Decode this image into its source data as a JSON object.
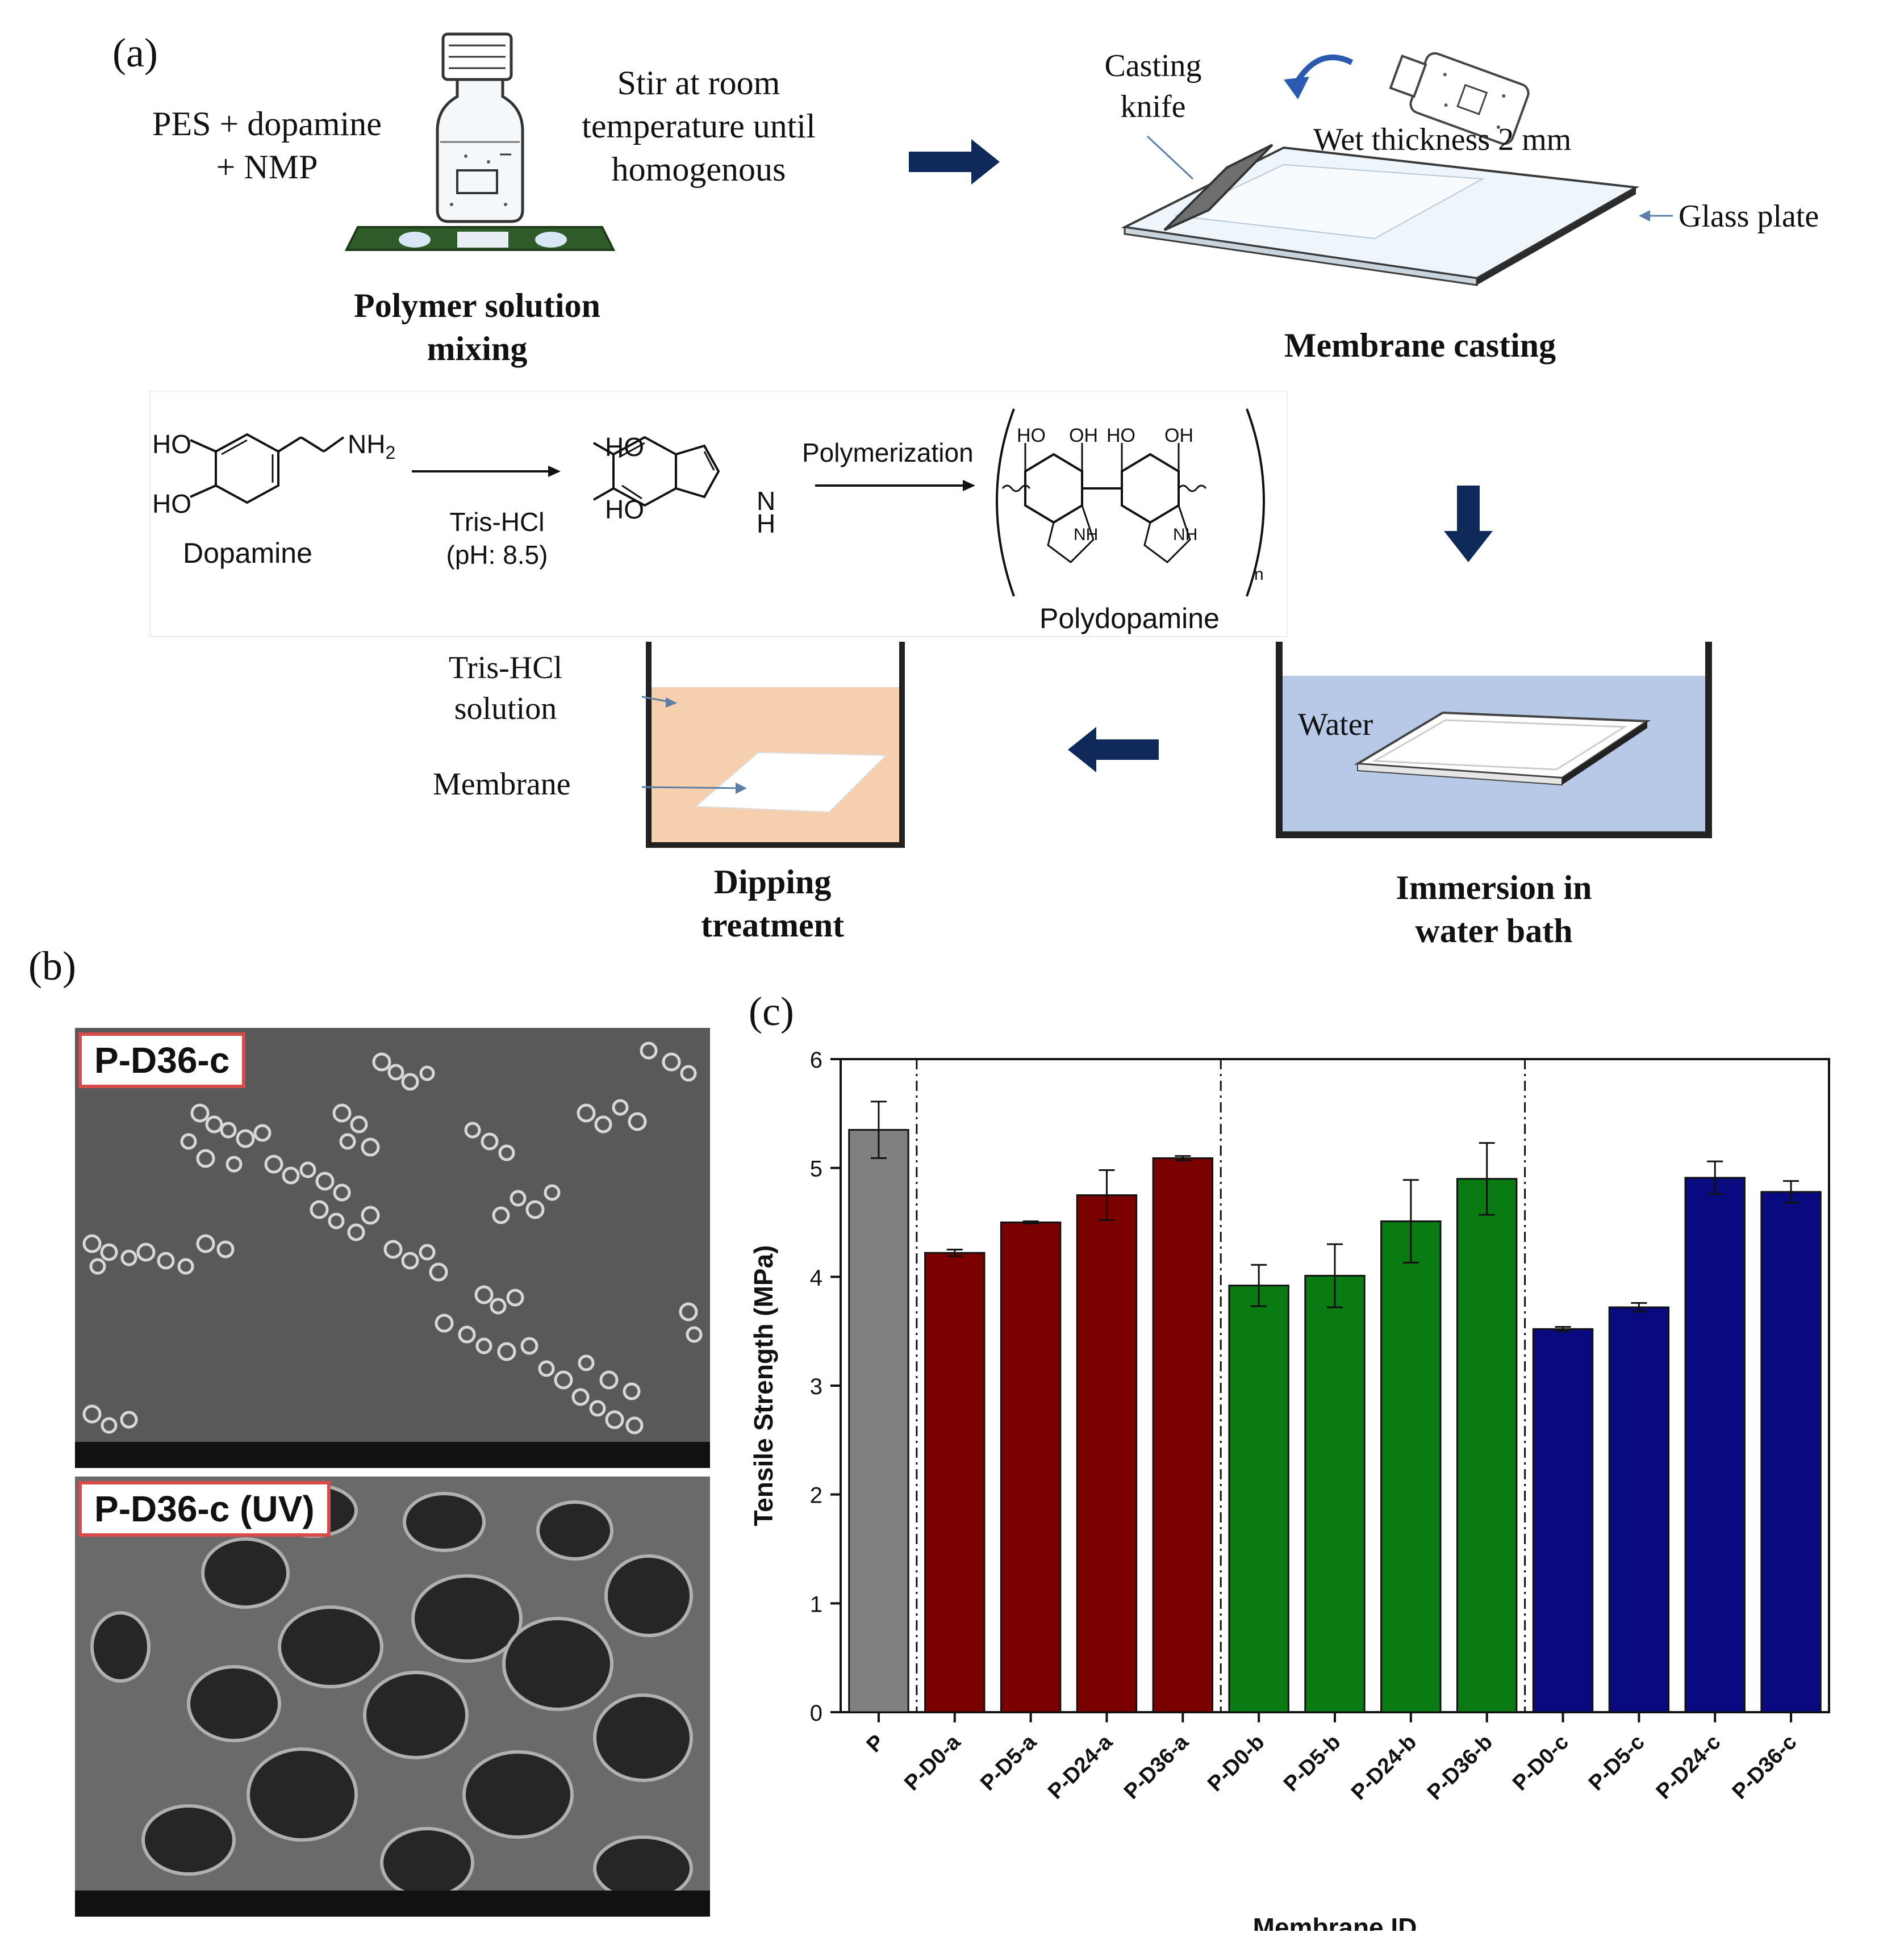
{
  "panel_a": {
    "label": "(a)",
    "step1": {
      "ingredients_line1": "PES + dopamine",
      "ingredients_line2": "+ NMP",
      "stir_line1": "Stir at room",
      "stir_line2": "temperature until",
      "stir_line3": "homogenous",
      "title_line1": "Polymer solution",
      "title_line2": "mixing"
    },
    "step2": {
      "knife_line1": "Casting",
      "knife_line2": "knife",
      "thickness": "Wet thickness 2 mm",
      "plate": "Glass plate",
      "title": "Membrane casting"
    },
    "chemistry": {
      "dopamine_label": "Dopamine",
      "reagent_line1": "Tris-HCl",
      "reagent_line2": "(pH: 8.5)",
      "step_label": "Polymerization",
      "product_label": "Polydopamine",
      "ho": "HO",
      "oh": "OH",
      "nh2": "NH",
      "nh2_sub": "2",
      "nh": "NH",
      "n_letter": "N",
      "h_letter": "H",
      "n_sub": "n"
    },
    "step3": {
      "water": "Water",
      "title_line1": "Immersion in",
      "title_line2": "water bath"
    },
    "step4": {
      "solution_line1": "Tris-HCl",
      "solution_line2": "solution",
      "membrane": "Membrane",
      "title_line1": "Dipping",
      "title_line2": "treatment"
    }
  },
  "panel_b": {
    "label": "(b)",
    "images": [
      {
        "label": "P-D36-c"
      },
      {
        "label": "P-D36-c (UV)"
      }
    ]
  },
  "panel_c": {
    "label": "(c)"
  },
  "chart_data": {
    "type": "bar",
    "title": "",
    "xlabel": "Membrane ID",
    "ylabel": "Tensile Strength (MPa)",
    "ylim": [
      0,
      6
    ],
    "yticks": [
      0,
      1,
      2,
      3,
      4,
      5,
      6
    ],
    "grid": false,
    "legend": "none",
    "categories": [
      "P",
      "P-D0-a",
      "P-D5-a",
      "P-D24-a",
      "P-D36-a",
      "P-D0-b",
      "P-D5-b",
      "P-D24-b",
      "P-D36-b",
      "P-D0-c",
      "P-D5-c",
      "P-D24-c",
      "P-D36-c"
    ],
    "values": [
      5.35,
      4.22,
      4.5,
      4.75,
      5.09,
      3.92,
      4.01,
      4.51,
      4.9,
      3.52,
      3.72,
      4.91,
      4.78
    ],
    "errors": [
      0.26,
      0.03,
      0.01,
      0.23,
      0.02,
      0.19,
      0.29,
      0.38,
      0.33,
      0.02,
      0.04,
      0.15,
      0.1
    ],
    "colors": [
      "#808080",
      "#7b0000",
      "#7b0000",
      "#7b0000",
      "#7b0000",
      "#0a7a12",
      "#0a7a12",
      "#0a7a12",
      "#0a7a12",
      "#0a0a80",
      "#0a0a80",
      "#0a0a80",
      "#0a0a80"
    ],
    "group_dividers_after": [
      0,
      4,
      8
    ]
  }
}
